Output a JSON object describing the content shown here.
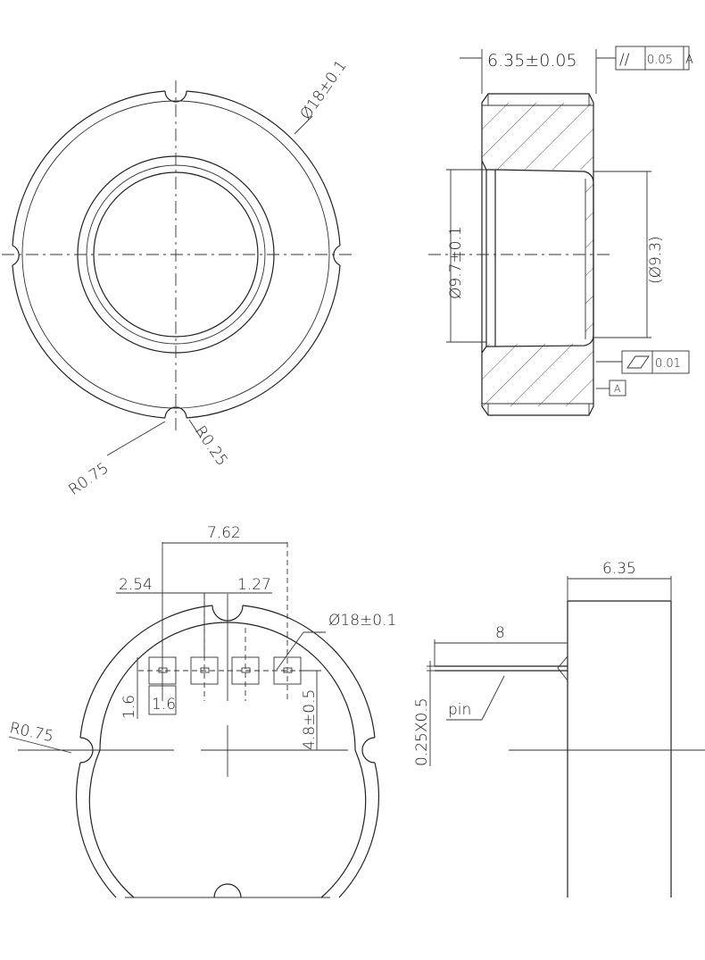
{
  "front_view": {
    "diameter": "Ø18±0.1",
    "radius_notch": "R0.75",
    "radius_fillet": "R0.25"
  },
  "section_view": {
    "width": "6.35±0.05",
    "parallelism_symbol": "//",
    "parallelism_tol": "0.05",
    "parallelism_datum": "A",
    "bore_diameter": "Ø9.7±0.1",
    "inner_diameter": "(Ø9.3)",
    "flatness_tol": "0.01",
    "datum": "A"
  },
  "pin_view": {
    "pin_span": "7.62",
    "pitch_left": "2.54",
    "pitch_right": "1.27",
    "diameter": "Ø18±0.1",
    "pad_height": "1.6",
    "pad_width": "1.6",
    "pin_offset": "4.8±0.5",
    "radius_notch": "R0.75"
  },
  "side_view": {
    "width": "6.35",
    "pin_length": "8",
    "pin_size": "0.25X0.5",
    "pin_label": "pin"
  }
}
